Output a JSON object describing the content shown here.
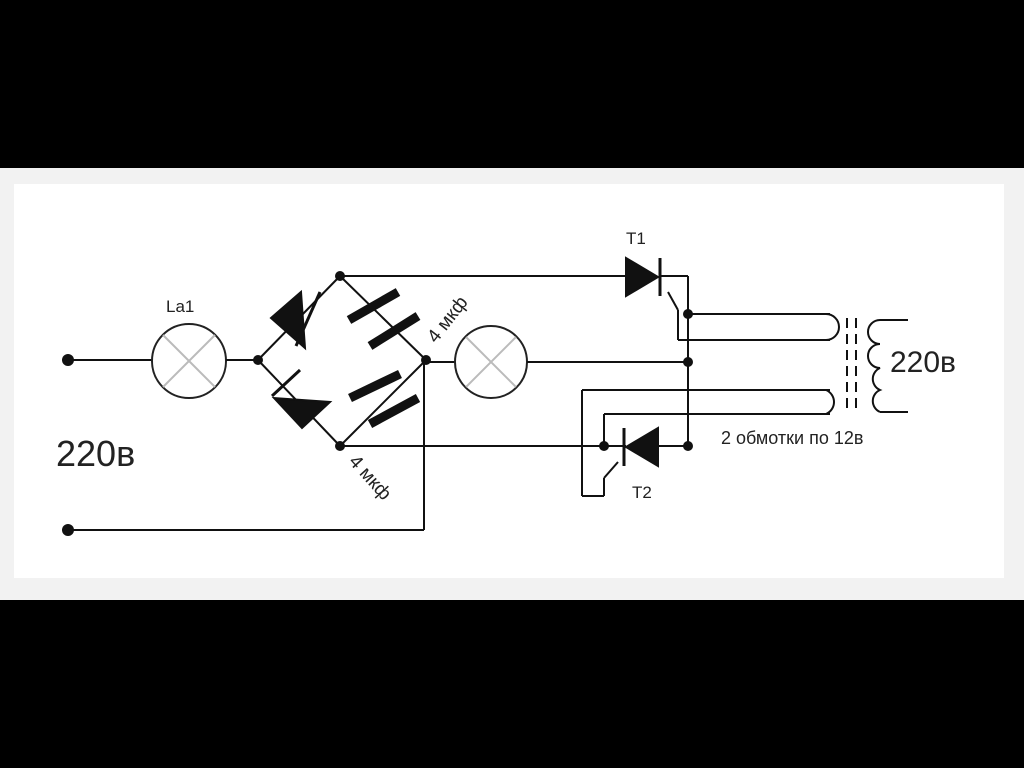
{
  "labels": {
    "lamp_la1": "La1",
    "supply_voltage": "220в",
    "capacitor_top": "4 мкф",
    "capacitor_bottom": "4 мкф",
    "thyristor_t1": "T1",
    "thyristor_t2": "T2",
    "output_voltage": "220в",
    "windings_note": "2 обмотки по 12в"
  },
  "colors": {
    "wire": "#111111",
    "background": "#ffffff",
    "frame": "#000000"
  }
}
